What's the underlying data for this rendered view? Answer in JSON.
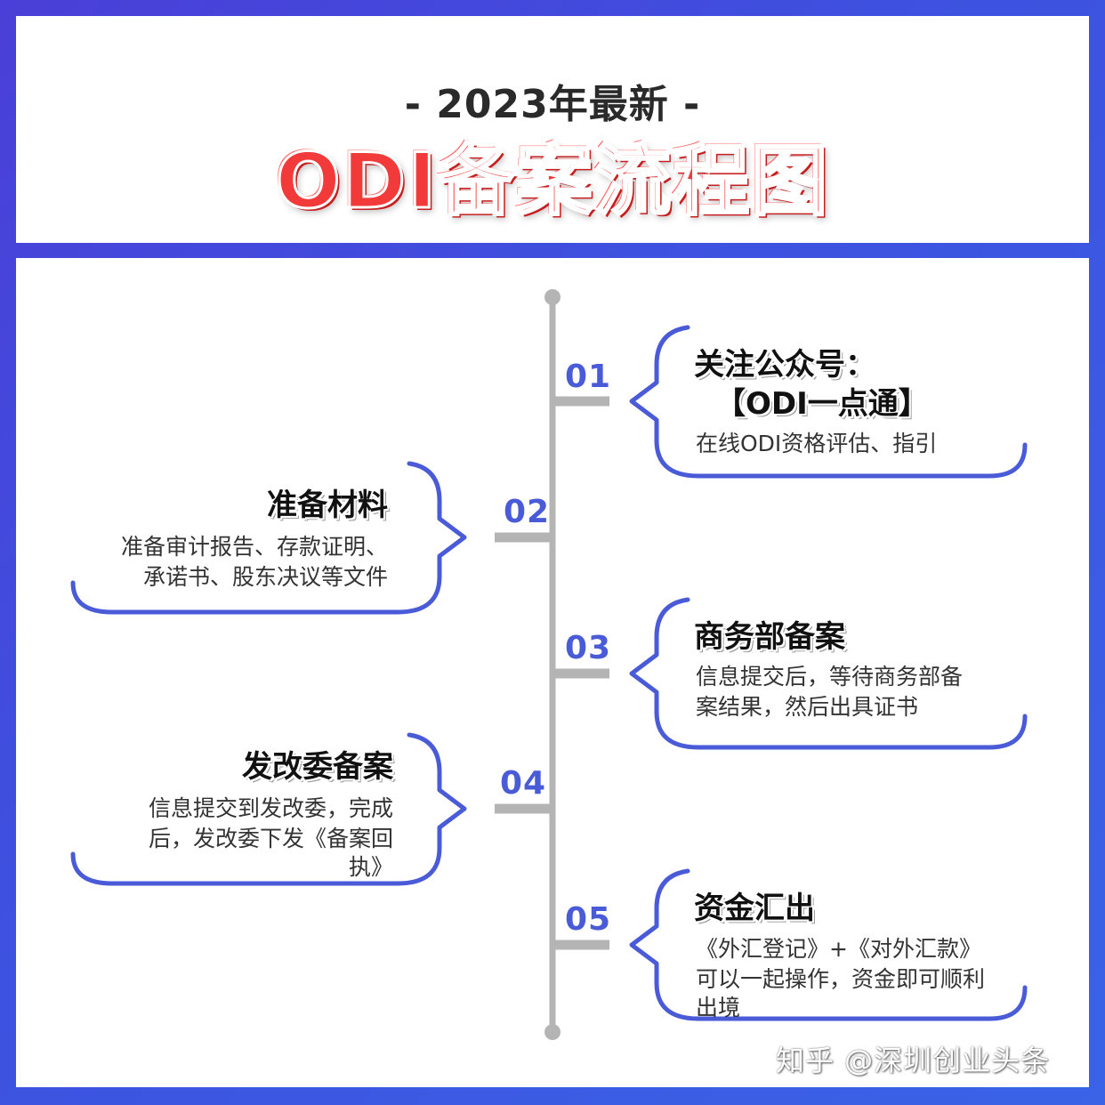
{
  "header": {
    "subtitle": "- 2023年最新 -",
    "title": "ODI备案流程图"
  },
  "steps": [
    {
      "number": "01",
      "title_line1": "关注公众号：",
      "title_line2": "【ODI一点通】",
      "desc": "在线ODI资格评估、指引"
    },
    {
      "number": "02",
      "title": "准备材料",
      "desc_line1": "准备审计报告、存款证明、",
      "desc_line2": "承诺书、股东决议等文件"
    },
    {
      "number": "03",
      "title": "商务部备案",
      "desc_line1": "信息提交后，等待商务部备",
      "desc_line2": "案结果，然后出具证书"
    },
    {
      "number": "04",
      "title": "发改委备案",
      "desc_line1": "信息提交到发改委，完成",
      "desc_line2": "后，发改委下发《备案回",
      "desc_line3": "执》"
    },
    {
      "number": "05",
      "title": "资金汇出",
      "desc_line1": "《外汇登记》+《对外汇款》",
      "desc_line2": "可以一起操作，资金即可顺利",
      "desc_line3": "出境"
    }
  ],
  "watermark": "知乎 @深圳创业头条",
  "colors": {
    "accent_blue": "#4a5bd8",
    "title_red": "#f23a3a",
    "timeline_gray": "#b4b4b4"
  }
}
